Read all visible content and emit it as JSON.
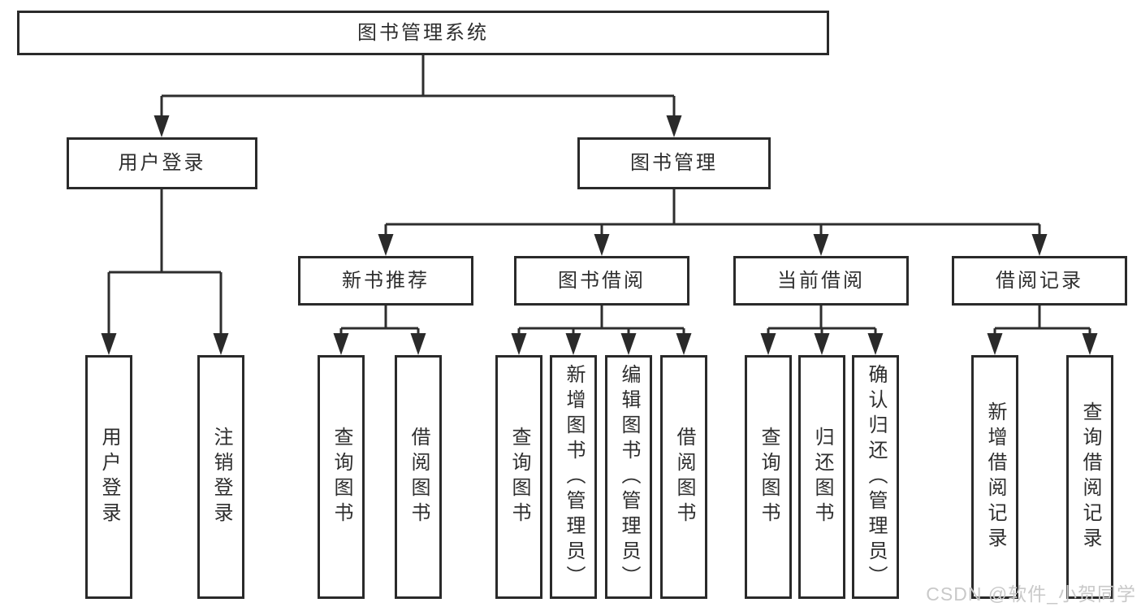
{
  "watermark": "CSDN @软件_小贺同学",
  "colors": {
    "line": "#2e2e2e",
    "box_border": "#2a2a2a",
    "text": "#2e2e2e",
    "background": "#ffffff",
    "watermark": "#c9c9c9"
  },
  "diagram": {
    "root": {
      "label": "图书管理系统"
    },
    "branches": [
      {
        "label": "用户登录",
        "children": [
          {
            "label": "用户登录"
          },
          {
            "label": "注销登录"
          }
        ]
      },
      {
        "label": "图书管理",
        "children": [
          {
            "label": "新书推荐",
            "children": [
              {
                "label": "查询图书"
              },
              {
                "label": "借阅图书"
              }
            ]
          },
          {
            "label": "图书借阅",
            "children": [
              {
                "label": "查询图书"
              },
              {
                "label": "新增图书（管理员）"
              },
              {
                "label": "编辑图书（管理员）"
              },
              {
                "label": "借阅图书"
              }
            ]
          },
          {
            "label": "当前借阅",
            "children": [
              {
                "label": "查询图书"
              },
              {
                "label": "归还图书"
              },
              {
                "label": "确认归还（管理员）"
              }
            ]
          },
          {
            "label": "借阅记录",
            "children": [
              {
                "label": "新增借阅记录"
              },
              {
                "label": "查询借阅记录"
              }
            ]
          }
        ]
      }
    ]
  }
}
